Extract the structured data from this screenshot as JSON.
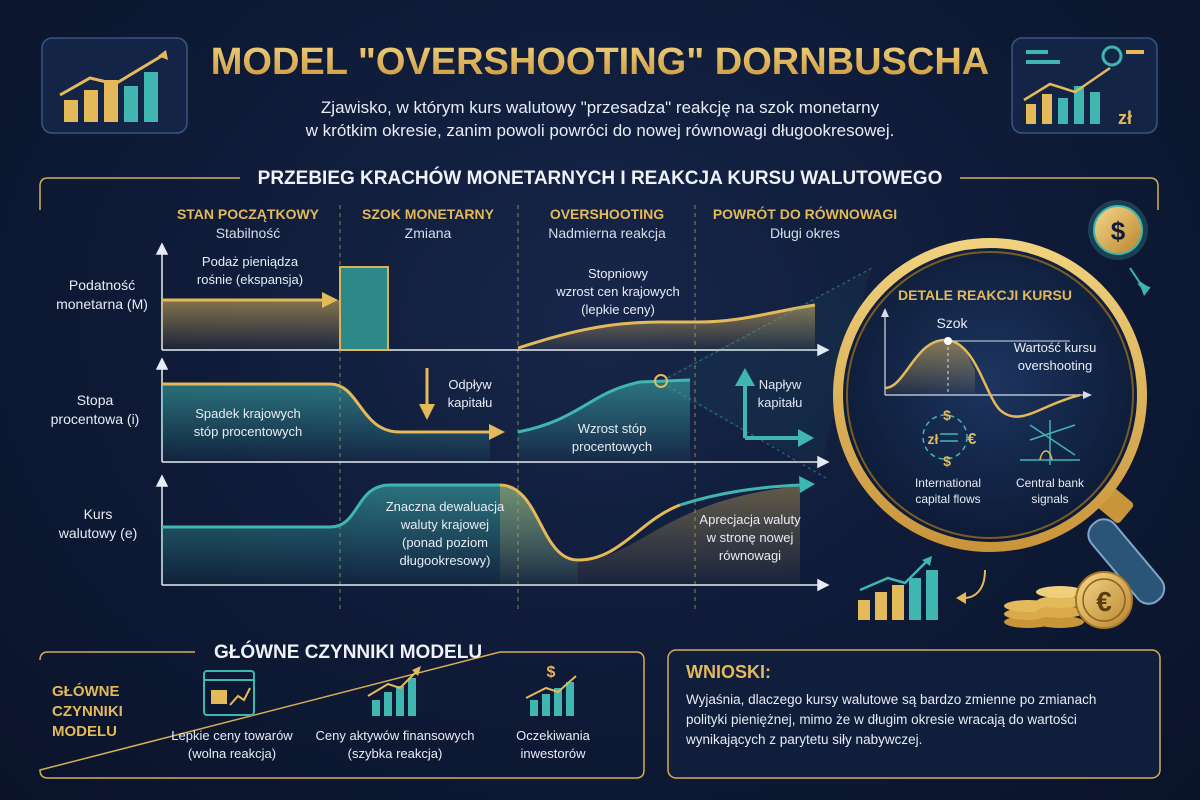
{
  "header": {
    "title": "MODEL \"OVERSHOOTING\" DORNBUSCHA",
    "subtitle_line1": "Zjawisko, w którym kurs walutowy \"przesadza\" reakcję na szok monetarny",
    "subtitle_line2": "w krótkim okresie, zanim powoli powróci do nowej równowagi długookresowej.",
    "currency_symbol": "zł"
  },
  "main": {
    "section_title": "PRZEBIEG KRACHÓW MONETARNYCH I REAKCJA KURSU WALUTOWEGO",
    "phases": [
      {
        "title": "STAN POCZĄTKOWY",
        "sub": "Stabilność"
      },
      {
        "title": "SZOK MONETARNY",
        "sub": "Zmiana"
      },
      {
        "title": "OVERSHOOTING",
        "sub": "Nadmierna reakcja"
      },
      {
        "title": "POWRÓT DO RÓWNOWAGI",
        "sub": "Długi okres"
      }
    ],
    "rows": {
      "money": {
        "label_line1": "Podatność",
        "label_line2": "monetarna (M)",
        "ann1_line1": "Podaż pieniądza",
        "ann1_line2": "rośnie (ekspansja)",
        "ann2_line1": "Stopniowy",
        "ann2_line2": "wzrost cen krajowych",
        "ann2_line3": "(lepkie ceny)"
      },
      "rate": {
        "label_line1": "Stopa",
        "label_line2": "procentowa (i)",
        "ann1_line1": "Spadek krajowych",
        "ann1_line2": "stóp procentowych",
        "ann2_line1": "Odpływ",
        "ann2_line2": "kapitału",
        "ann3_line1": "Wzrost stóp",
        "ann3_line2": "procentowych",
        "ann4_line1": "Napływ",
        "ann4_line2": "kapitału"
      },
      "fx": {
        "label_line1": "Kurs",
        "label_line2": "walutowy (e)",
        "ann1_line1": "Znaczna dewaluacja",
        "ann1_line2": "waluty krajowej",
        "ann1_line3": "(ponad poziom",
        "ann1_line4": "długookresowy)",
        "ann2_line1": "Aprecjacja waluty",
        "ann2_line2": "w stronę nowej",
        "ann2_line3": "równowagi"
      }
    }
  },
  "magnifier": {
    "title": "DETALE REAKCJI KURSU",
    "shock": "Szok",
    "value_line1": "Wartość kursu",
    "value_line2": "overshooting",
    "flows_line1": "International",
    "flows_line2": "capital flows",
    "cb_line1": "Central bank",
    "cb_line2": "signals",
    "zl": "zł",
    "eur": "€",
    "usd": "$"
  },
  "factors": {
    "title": "GŁÓWNE CZYNNIKI MODELU",
    "side_line1": "GŁÓWNE",
    "side_line2": "CZYNNIKI",
    "side_line3": "MODELU",
    "items": [
      {
        "line1": "Lepkie ceny towarów",
        "line2": "(wolna reakcja)"
      },
      {
        "line1": "Ceny aktywów finansowych",
        "line2": "(szybka reakcja)"
      },
      {
        "line1": "Oczekiwania",
        "line2": "inwestorów"
      }
    ]
  },
  "conclusions": {
    "title": "WNIOSKI:",
    "line1": "Wyjaśnia, dlaczego kursy walutowe są bardzo zmienne po zmianach",
    "line2": "polityki pieniężnej, mimo że w długim okresie wracają do wartości",
    "line3": "wynikających z parytetu siły nabywczej."
  },
  "colors": {
    "gold": "#e3b95a",
    "teal": "#3fb7b0",
    "navy": "#0e1a36"
  }
}
